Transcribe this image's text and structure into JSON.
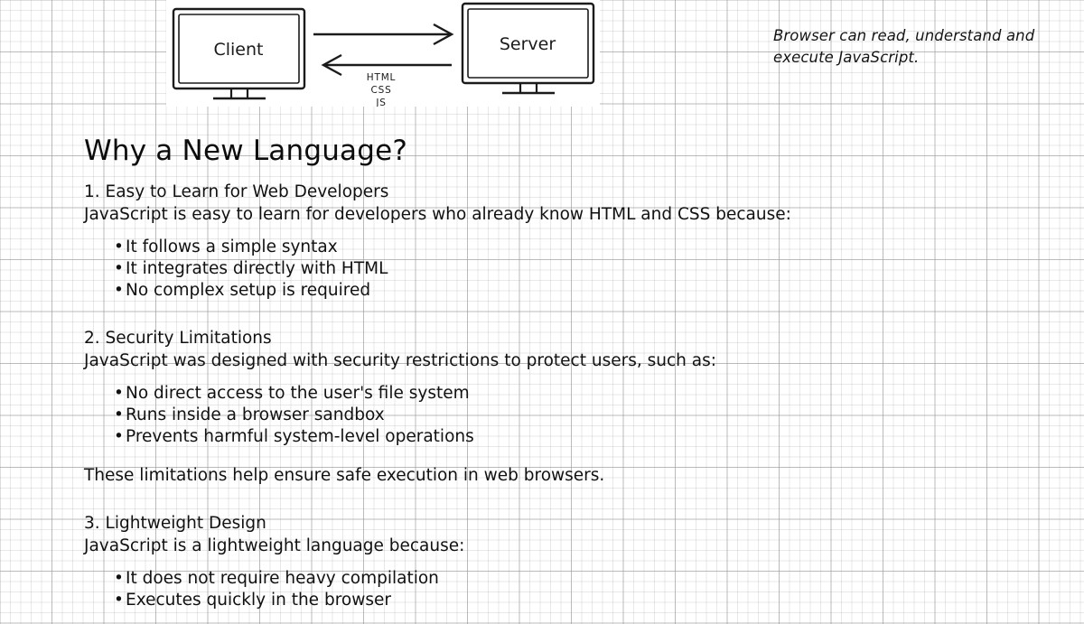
{
  "page": {
    "title": "Why a New Language?",
    "background": "#ffffff",
    "grid_color": "#969696"
  },
  "diagram": {
    "name": "client-server-request-response",
    "client_label": "Client",
    "server_label": "Server",
    "response_payload": [
      "HTML",
      "CSS",
      "JS"
    ],
    "arrows": [
      {
        "name": "request-arrow",
        "direction": "right"
      },
      {
        "name": "response-arrow",
        "direction": "left"
      }
    ]
  },
  "side_note": {
    "text": "Browser can read, understand and execute JavaScript."
  },
  "sections": [
    {
      "heading": "1. Easy to Learn for Web Developers",
      "intro": "JavaScript is easy to learn for developers who already know HTML and CSS because:",
      "bullets": [
        "It follows a simple syntax",
        "It integrates directly with HTML",
        "No complex setup is required"
      ]
    },
    {
      "heading": "2. Security Limitations",
      "intro": "JavaScript was designed with security restrictions to protect users, such as:",
      "bullets": [
        "No direct access to the user's file system",
        "Runs inside a browser sandbox",
        "Prevents harmful system-level operations"
      ],
      "closing": "These limitations help ensure safe execution in web browsers."
    },
    {
      "heading": "3. Lightweight Design",
      "intro": "JavaScript is a lightweight language because:",
      "bullets": [
        "It does not require heavy compilation",
        "Executes quickly in the browser"
      ]
    }
  ],
  "bullet_glyph": "•"
}
